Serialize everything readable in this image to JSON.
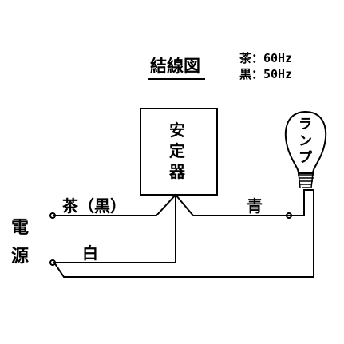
{
  "title": "結線図",
  "legend": {
    "line1": "茶：60Hz",
    "line2": "黒：50Hz"
  },
  "ballast": {
    "label_chars": [
      "安",
      "定",
      "器"
    ]
  },
  "lamp": {
    "label_chars": [
      "ラ",
      "ン",
      "プ"
    ]
  },
  "power_source": {
    "label_chars": [
      "電",
      "源"
    ]
  },
  "wires": {
    "brown_black": "茶（黒）",
    "white": "白",
    "blue": "青"
  }
}
